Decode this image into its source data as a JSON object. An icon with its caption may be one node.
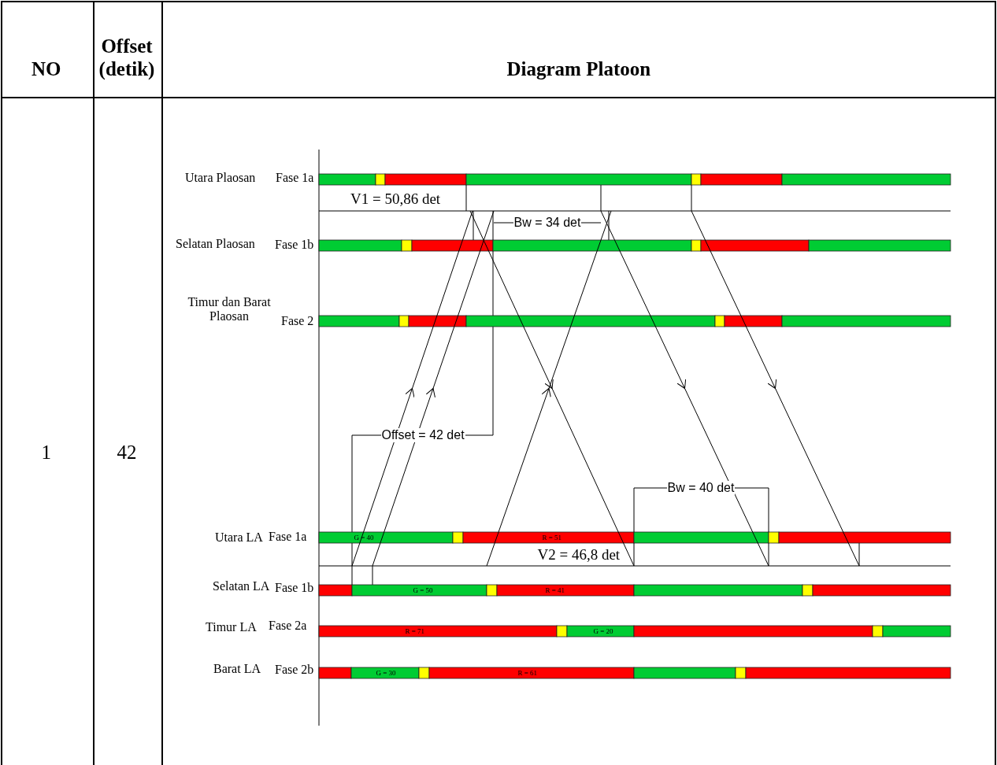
{
  "diagram": {
    "labels": [
      "NO",
      "Offset (detik)",
      "Diagram Platoon",
      "1",
      "42",
      "Utara Plaosan",
      "Fase 1a",
      "V1 = 50,86 det",
      "Bw = 34 det",
      "Selatan Plaosan",
      "Fase 1b",
      "Timur dan Barat Plaosan",
      "Fase 2",
      "Offset = 42 det",
      "Bw = 40 det",
      "Utara LA",
      "Fase 1a",
      "G = 40",
      "R = 51",
      "V2 = 46,8 det",
      "Selatan LA",
      "Fase 1b",
      "G = 50",
      "R = 41",
      "Timur LA",
      "Fase 2a",
      "R = 71",
      "G = 20",
      "Barat LA",
      "Fase 2b",
      "G = 30",
      "R = 61"
    ]
  }
}
